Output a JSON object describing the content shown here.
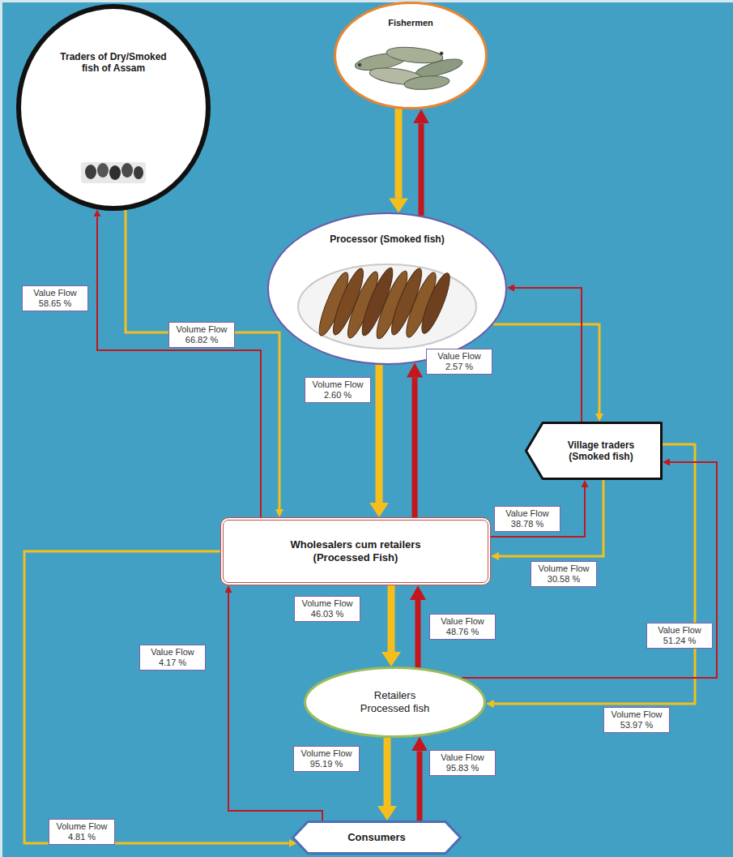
{
  "diagram": {
    "nodes": [
      {
        "text": [
          "Fishermen"
        ]
      },
      {
        "text": [
          "Traders of Dry/Smoked fish of Assam"
        ]
      },
      {
        "text": [
          "Processor (Smoked fish)"
        ]
      },
      {
        "text": [
          "Village traders (Smoked fish)"
        ]
      },
      {
        "text": [
          "Wholesalers cum retailers (Processed Fish)"
        ]
      },
      {
        "text": [
          "Retailers Processed fish"
        ]
      },
      {
        "text": [
          "Consumers"
        ]
      }
    ],
    "edges": [
      {
        "from": 0,
        "to": 2,
        "arrow": "to"
      },
      {
        "from": 2,
        "to": 0,
        "arrow": "to"
      },
      {
        "from": 1,
        "to": 4,
        "label": "Volume Flow 66.82 %",
        "arrow": "to"
      },
      {
        "from": 4,
        "to": 1,
        "label": "Value Flow 58.65 %",
        "arrow": "to"
      },
      {
        "from": 2,
        "to": 4,
        "label": "Volume Flow 2.60 %",
        "arrow": "to"
      },
      {
        "from": 4,
        "to": 2,
        "label": "Value Flow 2.57 %",
        "arrow": "to"
      },
      {
        "from": 2,
        "to": 3,
        "arrow": "to"
      },
      {
        "from": 3,
        "to": 2,
        "arrow": "to"
      },
      {
        "from": 4,
        "to": 3,
        "label": "Value Flow 38.78 %",
        "arrow": "to"
      },
      {
        "from": 3,
        "to": 4,
        "label": "Volume Flow 30.58 %",
        "arrow": "to"
      },
      {
        "from": 4,
        "to": 5,
        "label": "Volume Flow 46.03 %",
        "arrow": "to"
      },
      {
        "from": 5,
        "to": 4,
        "label": "Value Flow 48.76 %",
        "arrow": "to"
      },
      {
        "from": 3,
        "to": 5,
        "label": "Volume Flow 53.97 %",
        "arrow": "to"
      },
      {
        "from": 5,
        "to": 3,
        "label": "Value Flow 51.24 %",
        "arrow": "to"
      },
      {
        "from": 5,
        "to": 6,
        "label": "Volume Flow 95.19 %",
        "arrow": "to"
      },
      {
        "from": 6,
        "to": 5,
        "label": "Value Flow 95.83 %",
        "arrow": "to"
      },
      {
        "from": 4,
        "to": 6,
        "label": "Volume Flow 4.81 %",
        "arrow": "to"
      },
      {
        "from": 6,
        "to": 4,
        "label": "Value Flow 4.17 %",
        "arrow": "to"
      }
    ]
  }
}
